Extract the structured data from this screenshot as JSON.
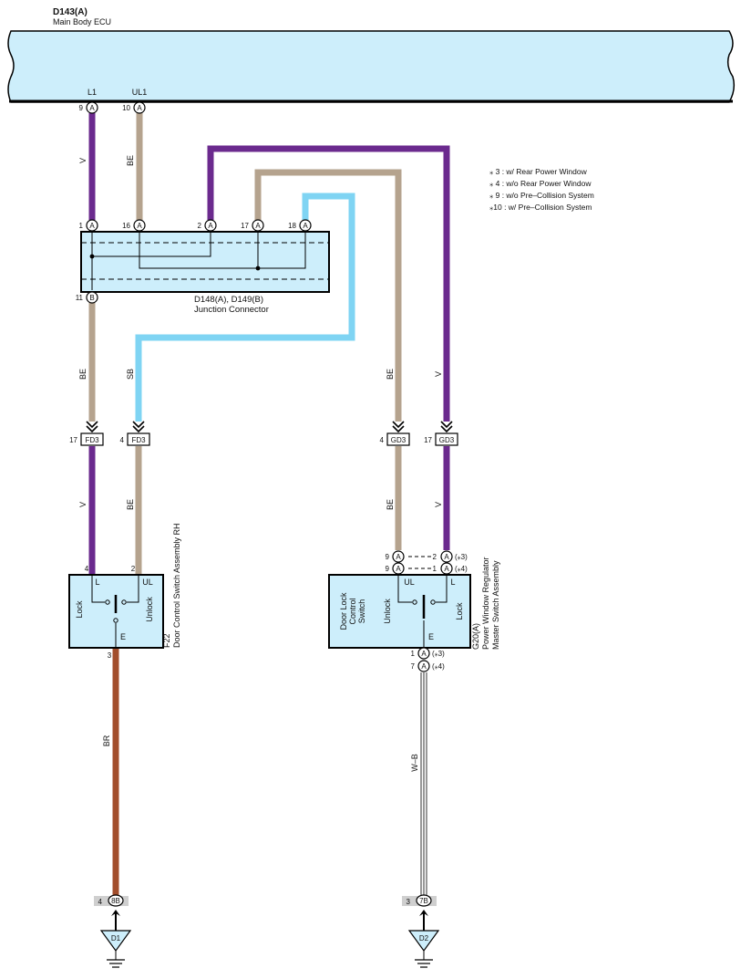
{
  "colors": {
    "violet": "#6b2a8e",
    "beige": "#b5a38e",
    "sky_blue": "#7fd4f3",
    "brown": "#a24e2c",
    "white_black": "#333333",
    "component_fill": "#cdeefb"
  },
  "ecu": {
    "code": "D143(A)",
    "name": "Main Body ECU",
    "pins": [
      "9",
      "10"
    ],
    "terminals": [
      "L1",
      "UL1"
    ],
    "cavity": "A"
  },
  "junction": {
    "title": "D148(A), D149(B)",
    "subtitle": "Junction Connector",
    "top_pins": [
      "1",
      "16",
      "2",
      "17",
      "18"
    ],
    "top_cavity": "A",
    "bottom_pin": "11",
    "bottom_cavity": "B"
  },
  "notes": [
    "⁎ 3 : w/ Rear Power Window",
    "⁎ 4 : w/o Rear Power Window",
    "⁎ 9 : w/o Pre–Collision System",
    "⁎10 : w/ Pre–Collision System"
  ],
  "wire_colors": {
    "v": "V",
    "be": "BE",
    "sb": "SB",
    "br": "BR",
    "wb": "W–B"
  },
  "inline_connectors": {
    "fd3": "FD3",
    "gd3": "GD3",
    "pins": {
      "fd3_left": "17",
      "fd3_right": "4",
      "gd3_left": "4",
      "gd3_right": "17"
    }
  },
  "f22": {
    "code": "F22",
    "name": "Door Control Switch Assembly RH",
    "pin_l": "4",
    "pin_ul": "2",
    "pin_e": "3",
    "term_l": "L",
    "term_ul": "UL",
    "term_e": "E",
    "lock": "Lock",
    "unlock": "Unlock"
  },
  "g20": {
    "code": "G20(A)",
    "name_line1": "Power Window Regulator",
    "name_line2": "Master Switch Assembly",
    "switch_l1": "Door Lock",
    "switch_l2": "Control",
    "switch_l3": "Switch",
    "unlock": "Unlock",
    "lock": "Lock",
    "term_ul": "UL",
    "term_l": "L",
    "term_e": "E",
    "cavity": "A",
    "top": [
      {
        "left": "9",
        "right": "2",
        "variant": "(⁎3)"
      },
      {
        "left": "9",
        "right": "1",
        "variant": "(⁎4)"
      }
    ],
    "bottom": [
      {
        "pin": "1",
        "variant": "(⁎3)"
      },
      {
        "pin": "7",
        "variant": "(⁎4)"
      }
    ]
  },
  "grounds": [
    {
      "pin": "4",
      "connector": "8B",
      "label": "D1"
    },
    {
      "pin": "3",
      "connector": "7B",
      "label": "D2"
    }
  ]
}
